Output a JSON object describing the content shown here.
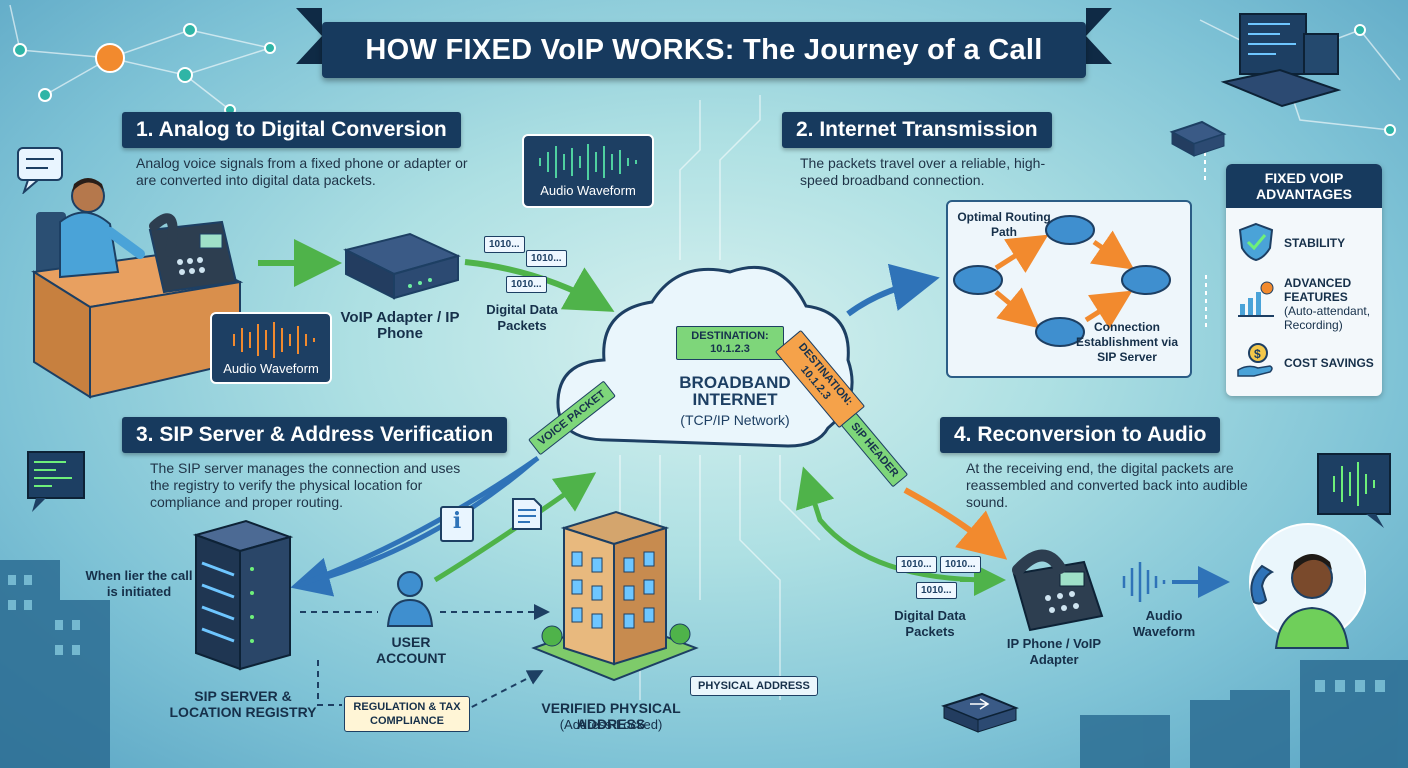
{
  "title": "HOW FIXED VoIP WORKS: The Journey of a Call",
  "sections": {
    "s1": {
      "heading": "1. Analog to Digital Conversion",
      "description": "Analog voice signals from a fixed phone or adapter or are converted into digital data packets."
    },
    "s2": {
      "heading": "2. Internet Transmission",
      "description": "The packets travel over a reliable, high-speed broadband connection."
    },
    "s3": {
      "heading": "3. SIP Server & Address Verification",
      "description": "The SIP server manages the connection and uses the registry to verify the physical location for compliance and proper routing."
    },
    "s4": {
      "heading": "4. Reconversion to Audio",
      "description": "At the receiving end, the digital packets are reassembled and converted back into audible sound."
    }
  },
  "labels": {
    "audio_waveform_left": "Audio Waveform",
    "audio_waveform_top": "Audio Waveform",
    "voip_adapter": "VoIP Adapter / IP Phone",
    "digital_packets_left": "Digital Data Packets",
    "packet_code": "1010...",
    "cloud_title": "BROADBAND INTERNET",
    "cloud_sub": "(TCP/IP Network)",
    "destination_green": "DESTINATION: 10.1.2.3",
    "destination_orange": "DESTINATION: 10.1.2.3",
    "voice_packet": "VOICE PACKET",
    "sip_header": "SIP HEADER",
    "optimal_routing": "Optimal Routing Path",
    "connection_establishment": "Connection Establishment via SIP Server",
    "when_initiated": "When lier the call is initiated",
    "user_account": "USER ACCOUNT",
    "sip_server": "SIP SERVER & LOCATION REGISTRY",
    "regulation": "REGULATION & TAX COMPLIANCE",
    "verified_address": "VERIFIED PHYSICAL ADDRESS",
    "address_locked": "(Address-Locked)",
    "physical_address_tag": "PHYSICAL ADDRESS",
    "digital_packets_right": "Digital Data Packets",
    "ip_phone_right": "IP Phone / VoIP Adapter",
    "audio_waveform_right": "Audio Waveform"
  },
  "advantages": {
    "heading": "FIXED VOIP ADVANTAGES",
    "items": [
      {
        "label": "STABILITY",
        "icon": "shield-check-icon"
      },
      {
        "label": "ADVANCED FEATURES",
        "sub": "(Auto-attendant, Recording)",
        "icon": "chart-gear-icon"
      },
      {
        "label": "COST SAVINGS",
        "icon": "coin-hand-icon"
      }
    ]
  },
  "colors": {
    "navy": "#173a5e",
    "green": "#4fb34a",
    "orange": "#f28a2e",
    "blue": "#2f73b8"
  }
}
